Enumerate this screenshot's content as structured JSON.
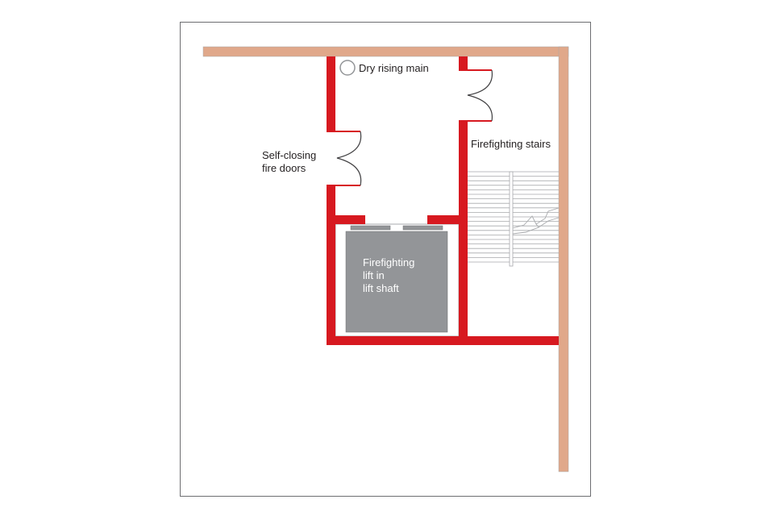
{
  "labels": {
    "dry_rising_main": "Dry rising main",
    "self_closing_1": "Self-closing",
    "self_closing_2": "fire doors",
    "stairs": "Firefighting stairs",
    "lift_1": "Firefighting",
    "lift_2": "lift in",
    "lift_3": "lift shaft"
  },
  "colors": {
    "fire_wall": "#d71920",
    "external_wall": "#e0a88a",
    "lift_car": "#939598",
    "outline": "#a7a9ac"
  }
}
